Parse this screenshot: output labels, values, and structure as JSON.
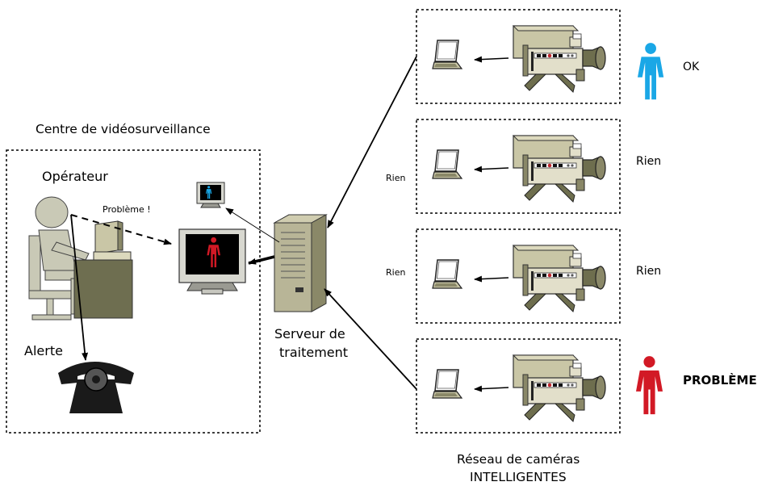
{
  "centre": {
    "title": "Centre de vidéosurveillance",
    "operator_label": "Opérateur",
    "probleme_speech": "Problème !",
    "alerte_label": "Alerte"
  },
  "server": {
    "label_line1": "Serveur de",
    "label_line2": "traitement"
  },
  "network": {
    "label_line1": "Réseau de caméras",
    "label_line2": "INTELLIGENTES"
  },
  "cameras": [
    {
      "left_label": "",
      "right_label": "OK",
      "person": "blue"
    },
    {
      "left_label": "Rien",
      "right_label": "Rien",
      "person": "none"
    },
    {
      "left_label": "Rien",
      "right_label": "Rien",
      "person": "none"
    },
    {
      "left_label": "",
      "right_label": "PROBLÈME",
      "person": "red"
    }
  ],
  "colors": {
    "camera_body": "#c9c6a6",
    "camera_dark": "#6e6e4e",
    "operator": "#c9c9b6",
    "desk": "#6e6e50",
    "server": "#b8b597",
    "person_blue": "#1aa7e6",
    "person_red": "#d21925",
    "phone": "#1a1a1a"
  }
}
